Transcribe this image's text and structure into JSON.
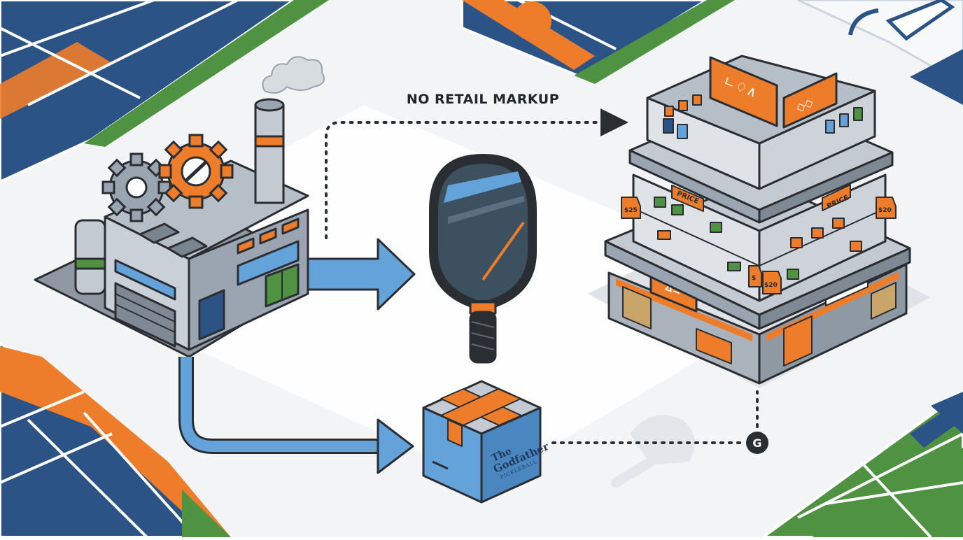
{
  "caption": "NO RETAIL MARKUP",
  "store": {
    "sign_top_left": "ㄴ♢∧",
    "sign_top_right": "◇◇",
    "sign_front": "∆≗",
    "price_label_left": "PRICE",
    "price_label_right": "PRICE",
    "tag_left": "$25",
    "tag_right": "$20",
    "tag_low_1": "$",
    "tag_low_2": "$20"
  },
  "box": {
    "brand_line1": "The",
    "brand_line2": "Godfather",
    "brand_line3": "PICKLEBALL"
  },
  "brand_badge": "G",
  "colors": {
    "orange": "#ee7d2b",
    "navy": "#2c5385",
    "court_green": "#4f9242",
    "light_blue": "#64a3da",
    "ink": "#2a2e33",
    "gray": "#9aa2ab",
    "background": "#f3f4f6"
  },
  "icons": [
    "factory-icon",
    "gear-icon",
    "smoke-icon",
    "pickleball-paddle-icon",
    "shipping-box-icon",
    "retail-store-icon",
    "price-tag-icon",
    "brand-logo-icon"
  ]
}
